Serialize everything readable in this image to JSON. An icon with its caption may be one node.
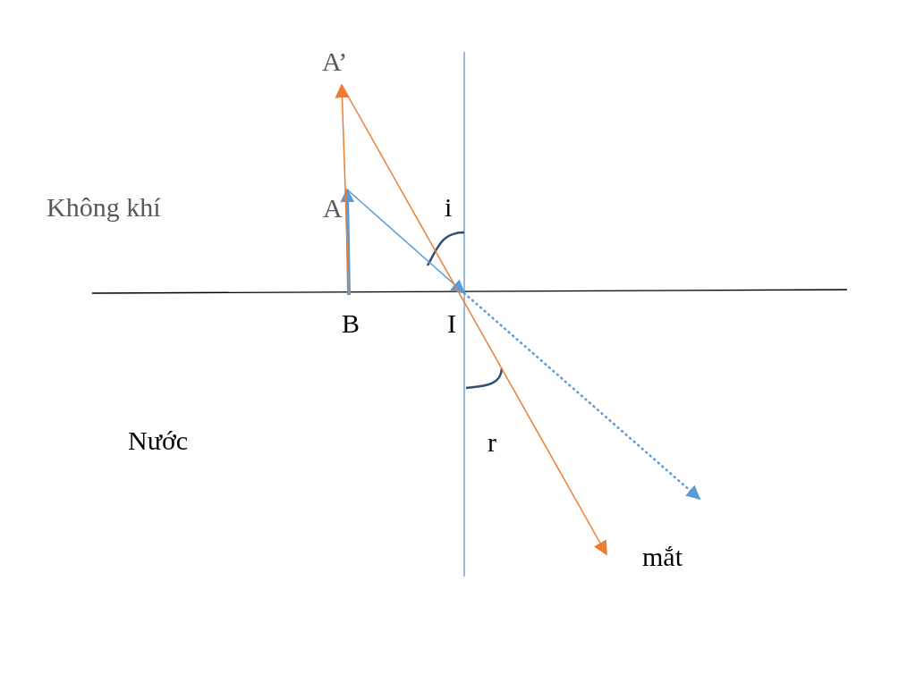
{
  "diagram": {
    "nodes": [
      {
        "text": [
          "A’"
        ]
      },
      {
        "text": [
          "A"
        ]
      },
      {
        "text": [
          "B"
        ]
      },
      {
        "text": [
          "I"
        ]
      },
      {
        "text": [
          "mắt"
        ]
      }
    ],
    "edges": [
      {
        "from": 2,
        "to": 1,
        "arrow": "to",
        "style": "thick"
      },
      {
        "from": 2,
        "to": 0,
        "arrow": "to",
        "color": "#ed7d31"
      },
      {
        "from": 1,
        "to": 3,
        "arrow": "to"
      },
      {
        "from": 0,
        "to": 4,
        "arrow": "to",
        "color": "#ed7d31"
      },
      {
        "from": 3,
        "to": null,
        "arrow": "to",
        "style": "dashed"
      }
    ],
    "labels": [
      "Không khí",
      "i",
      "Nước",
      "r"
    ]
  }
}
